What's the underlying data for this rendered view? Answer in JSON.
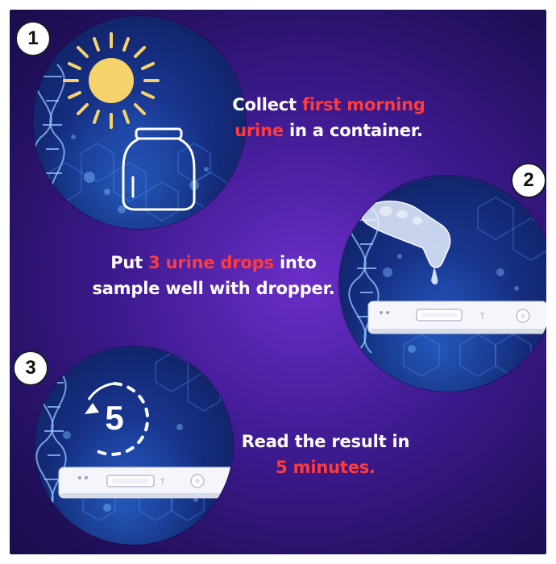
{
  "steps": [
    {
      "number": "1",
      "line1_prefix": "Collect ",
      "line1_highlight": "first morning",
      "line2_highlight": "urine",
      "line2_suffix": " in a container.",
      "icons": [
        "sun-icon",
        "jar-icon"
      ]
    },
    {
      "number": "2",
      "line1_prefix": "Put ",
      "line1_highlight": "3 urine drops",
      "line1_suffix": " into",
      "line2": "sample well with dropper.",
      "icons": [
        "dropper-icon",
        "test-cassette-icon"
      ]
    },
    {
      "number": "3",
      "line1": "Read the result in",
      "line2_highlight": "5 minutes.",
      "timer_value": "5",
      "cassette_label": "T",
      "icons": [
        "timer-icon",
        "test-cassette-icon"
      ]
    }
  ],
  "colors": {
    "background_center": "#6a2ec8",
    "background_edge": "#1b0b4a",
    "highlight": "#ff3b3b",
    "text": "#ffffff",
    "sun": "#f6d36a"
  }
}
